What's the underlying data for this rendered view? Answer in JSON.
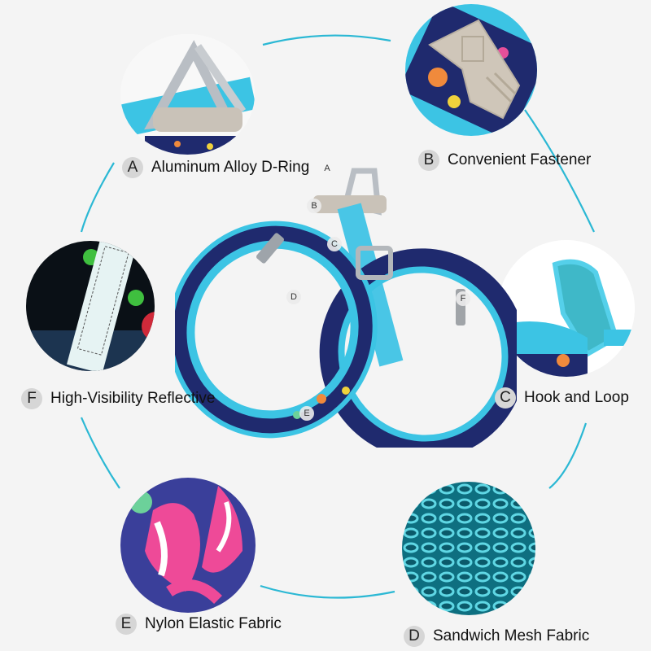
{
  "features": [
    {
      "letter": "A",
      "label": "Aluminum Alloy D-Ring",
      "icon": "d-ring-closeup"
    },
    {
      "letter": "B",
      "label": "Convenient Fastener",
      "icon": "buckle-closeup"
    },
    {
      "letter": "F",
      "label": "High-Visibility Reflective",
      "icon": "reflective-strip-closeup"
    },
    {
      "letter": "C",
      "label": "Hook and Loop",
      "icon": "velcro-closeup"
    },
    {
      "letter": "E",
      "label": "Nylon Elastic Fabric",
      "icon": "printed-fabric-closeup"
    },
    {
      "letter": "D",
      "label": "Sandwich Mesh Fabric",
      "icon": "mesh-fabric-closeup"
    }
  ],
  "harness_pins": [
    "A",
    "B",
    "C",
    "D",
    "E",
    "F"
  ],
  "colors": {
    "background": "#f4f4f4",
    "accent_line": "#2bb8d4",
    "harness_blue": "#3cc4e4",
    "pattern_navy": "#1f2a6e",
    "badge_gray": "#d6d6d6"
  }
}
